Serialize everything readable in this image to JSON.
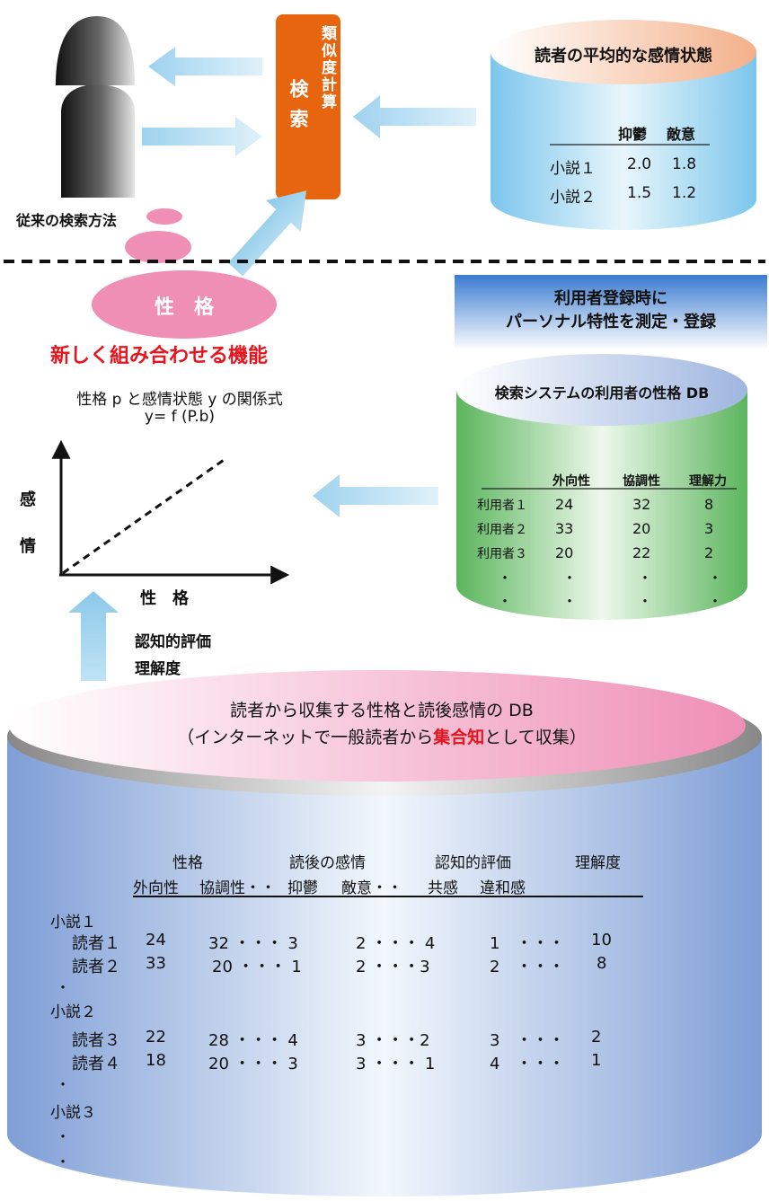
{
  "top": {
    "traditional_label": "従来の検索方法",
    "search_box": {
      "calc_label": "類似度計算",
      "search_label": "検索"
    },
    "avg_db": {
      "title": "読者の平均的な感情状態",
      "headers": [
        "抑鬱",
        "敵意"
      ],
      "rows": [
        {
          "name": "小説１",
          "values": [
            "2.0",
            "1.8"
          ]
        },
        {
          "name": "小説２",
          "values": [
            "1.5",
            "1.2"
          ]
        }
      ]
    },
    "personality_label": "性　格"
  },
  "registration": {
    "line1": "利用者登録時に",
    "line2": "パーソナル特性を測定・登録"
  },
  "user_db": {
    "title": "検索システムの利用者の性格 DB",
    "headers": [
      "外向性",
      "協調性",
      "理解力"
    ],
    "rows": [
      {
        "name": "利用者１",
        "values": [
          "24",
          "32",
          "8"
        ]
      },
      {
        "name": "利用者２",
        "values": [
          "33",
          "20",
          "3"
        ]
      },
      {
        "name": "利用者３",
        "values": [
          "20",
          "22",
          "2"
        ]
      }
    ],
    "dot": "・"
  },
  "function": {
    "title": "新しく組み合わせる機能",
    "formula_line1": "性格 p と感情状態 y の関係式",
    "formula_line2": "y=  f (P.b)",
    "y_axis_label_1": "感",
    "y_axis_label_2": "情",
    "x_axis_label": "性　格",
    "input_line1": "認知的評価",
    "input_line2": "理解度"
  },
  "reader_db": {
    "title_line1": "読者から収集する性格と読後感情の DB",
    "title_line2_pre": "（インターネットで一般読者から",
    "title_line2_red": "集合知",
    "title_line2_post": "として収集）",
    "group_headers": [
      "性格",
      "読後の感情",
      "認知的評価",
      "理解度"
    ],
    "sub_headers": [
      "外向性",
      "協調性・・",
      "抑鬱",
      "敵意・・",
      "共感",
      "違和感"
    ],
    "novels": [
      {
        "name": "小説１",
        "readers": [
          {
            "name": "読者１",
            "cells": [
              "24",
              "32 ・・・ 3",
              "2 ・・・ 4",
              "1　・・・",
              "10"
            ]
          },
          {
            "name": "読者２",
            "cells": [
              "33",
              "20 ・・・ 1",
              "2 ・・・3",
              "2　・・・",
              "8"
            ]
          }
        ]
      },
      {
        "name": "小説２",
        "readers": [
          {
            "name": "読者３",
            "cells": [
              "22",
              "28 ・・・ 4",
              "3 ・・・2",
              "3　・・・",
              "2"
            ]
          },
          {
            "name": "読者４",
            "cells": [
              "18",
              "20 ・・・ 3",
              "3 ・・・ 1",
              "4　・・・",
              "1"
            ]
          }
        ]
      },
      {
        "name": "小説３",
        "readers": []
      }
    ],
    "dot": "・"
  },
  "colors": {
    "orange_box": "#e8650f",
    "pink": "#ef8fb6",
    "light_blue": "#a9d6ee",
    "green": "#7fc77a",
    "db_blue": "#7f9ed0",
    "red_text": "#e8141d"
  }
}
